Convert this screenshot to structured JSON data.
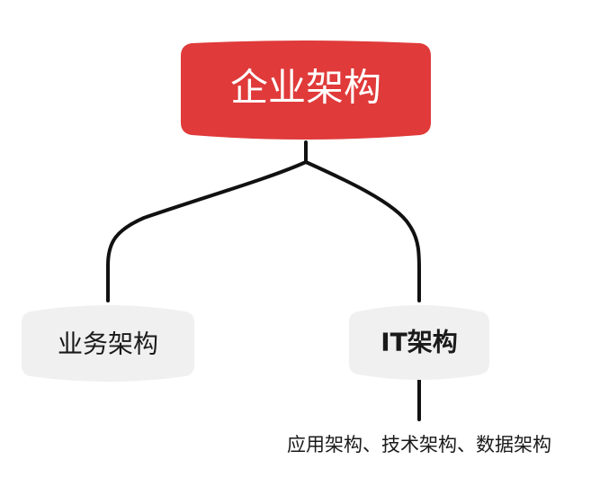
{
  "diagram": {
    "root": {
      "label": "企业架构",
      "fill": "#e03a3a",
      "text_color": "#ffffff"
    },
    "children": [
      {
        "label": "业务架构",
        "fill": "#f0f0f0",
        "text_color": "#1a1a1a"
      },
      {
        "label": "IT架构",
        "fill": "#f0f0f0",
        "text_color": "#1a1a1a",
        "note": "应用架构、技术架构、数据架构"
      }
    ],
    "connector_color": "#111111"
  }
}
